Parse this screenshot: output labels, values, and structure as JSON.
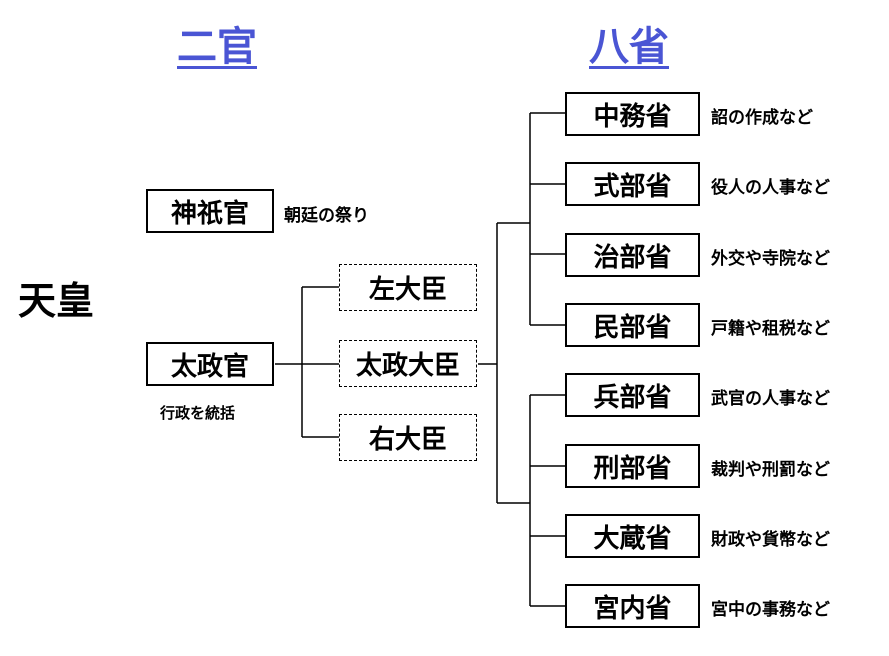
{
  "headings": {
    "nikan": "二官",
    "hassho": "八省"
  },
  "emperor": "天皇",
  "jingikan": {
    "label": "神祇官",
    "desc": "朝廷の祭り"
  },
  "daijokan": {
    "label": "太政官",
    "desc": "行政を統括"
  },
  "ministers": {
    "sadaijin": "左大臣",
    "daijodaijin": "太政大臣",
    "udaijin": "右大臣"
  },
  "ministries": [
    {
      "label": "中務省",
      "desc": "詔の作成など"
    },
    {
      "label": "式部省",
      "desc": "役人の人事など"
    },
    {
      "label": "治部省",
      "desc": "外交や寺院など"
    },
    {
      "label": "民部省",
      "desc": "戸籍や租税など"
    },
    {
      "label": "兵部省",
      "desc": "武官の人事など"
    },
    {
      "label": "刑部省",
      "desc": "裁判や刑罰など"
    },
    {
      "label": "大蔵省",
      "desc": "財政や貨幣など"
    },
    {
      "label": "宮内省",
      "desc": "宮中の事務など"
    }
  ]
}
